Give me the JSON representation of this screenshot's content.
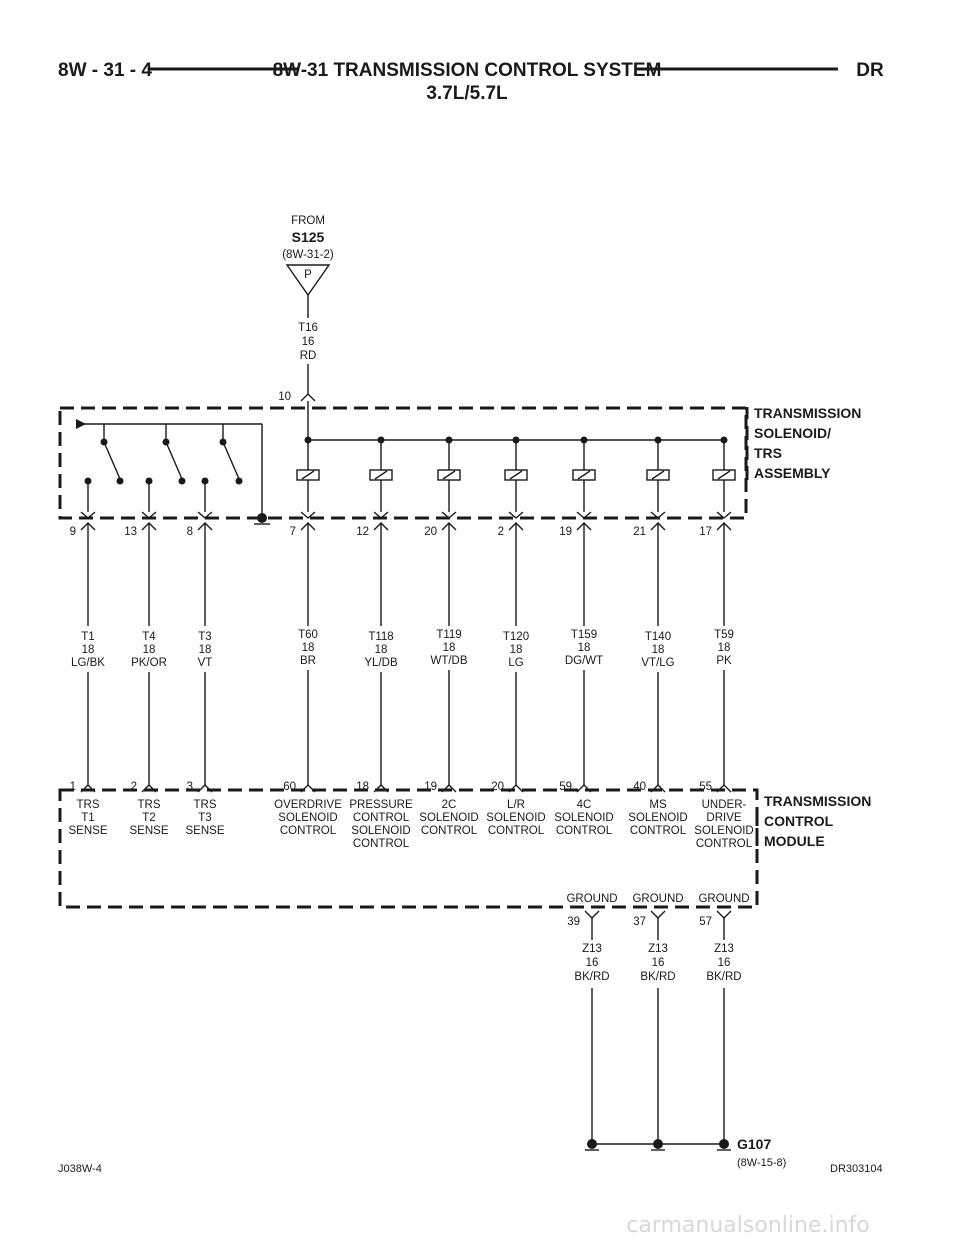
{
  "header": {
    "page_number": "8W - 31 - 4",
    "title_line1": "8W-31 TRANSMISSION CONTROL SYSTEM",
    "title_line2": "3.7L/5.7L",
    "model_code": "DR"
  },
  "source": {
    "from_label": "FROM",
    "splice_id": "S125",
    "splice_ref": "(8W-31-2)",
    "symbol_letter": "P",
    "wire_circuit": "T16",
    "wire_gauge": "16",
    "wire_color": "RD",
    "assembly_pin": "10"
  },
  "assembly": {
    "name_lines": [
      "TRANSMISSION",
      "SOLENOID/",
      "TRS",
      "ASSEMBLY"
    ]
  },
  "module": {
    "name_lines": [
      "TRANSMISSION",
      "CONTROL",
      "MODULE"
    ]
  },
  "circuits": [
    {
      "asm_pin": "9",
      "circuit": "T1",
      "gauge": "18",
      "color": "LG/BK",
      "tcm_pin": "1",
      "function": [
        "TRS",
        "T1",
        "SENSE"
      ]
    },
    {
      "asm_pin": "13",
      "circuit": "T4",
      "gauge": "18",
      "color": "PK/OR",
      "tcm_pin": "2",
      "function": [
        "TRS",
        "T2",
        "SENSE"
      ]
    },
    {
      "asm_pin": "8",
      "circuit": "T3",
      "gauge": "18",
      "color": "VT",
      "tcm_pin": "3",
      "function": [
        "TRS",
        "T3",
        "SENSE"
      ]
    },
    {
      "asm_pin": "7",
      "circuit": "T60",
      "gauge": "18",
      "color": "BR",
      "tcm_pin": "60",
      "function": [
        "OVERDRIVE",
        "SOLENOID",
        "CONTROL"
      ]
    },
    {
      "asm_pin": "12",
      "circuit": "T118",
      "gauge": "18",
      "color": "YL/DB",
      "tcm_pin": "18",
      "function": [
        "PRESSURE",
        "CONTROL",
        "SOLENOID",
        "CONTROL"
      ]
    },
    {
      "asm_pin": "20",
      "circuit": "T119",
      "gauge": "18",
      "color": "WT/DB",
      "tcm_pin": "19",
      "function": [
        "2C",
        "SOLENOID",
        "CONTROL"
      ]
    },
    {
      "asm_pin": "2",
      "circuit": "T120",
      "gauge": "18",
      "color": "LG",
      "tcm_pin": "20",
      "function": [
        "L/R",
        "SOLENOID",
        "CONTROL"
      ]
    },
    {
      "asm_pin": "19",
      "circuit": "T159",
      "gauge": "18",
      "color": "DG/WT",
      "tcm_pin": "59",
      "function": [
        "4C",
        "SOLENOID",
        "CONTROL"
      ]
    },
    {
      "asm_pin": "21",
      "circuit": "T140",
      "gauge": "18",
      "color": "VT/LG",
      "tcm_pin": "40",
      "function": [
        "MS",
        "SOLENOID",
        "CONTROL"
      ]
    },
    {
      "asm_pin": "17",
      "circuit": "T59",
      "gauge": "18",
      "color": "PK",
      "tcm_pin": "55",
      "function": [
        "UNDER-",
        "DRIVE",
        "SOLENOID",
        "CONTROL"
      ]
    }
  ],
  "grounds": [
    {
      "label": "GROUND",
      "tcm_pin": "39",
      "circuit": "Z13",
      "gauge": "16",
      "color": "BK/RD"
    },
    {
      "label": "GROUND",
      "tcm_pin": "37",
      "circuit": "Z13",
      "gauge": "16",
      "color": "BK/RD"
    },
    {
      "label": "GROUND",
      "tcm_pin": "57",
      "circuit": "Z13",
      "gauge": "16",
      "color": "BK/RD"
    }
  ],
  "ground_point": {
    "id": "G107",
    "ref": "(8W-15-8)"
  },
  "footer": {
    "left_code": "J038W-4",
    "right_code": "DR303104"
  },
  "watermark": "carmanualsonline.info",
  "colors": {
    "ink": "#1a1a1a",
    "background": "#ffffff",
    "watermark": "#d8d8d8"
  }
}
